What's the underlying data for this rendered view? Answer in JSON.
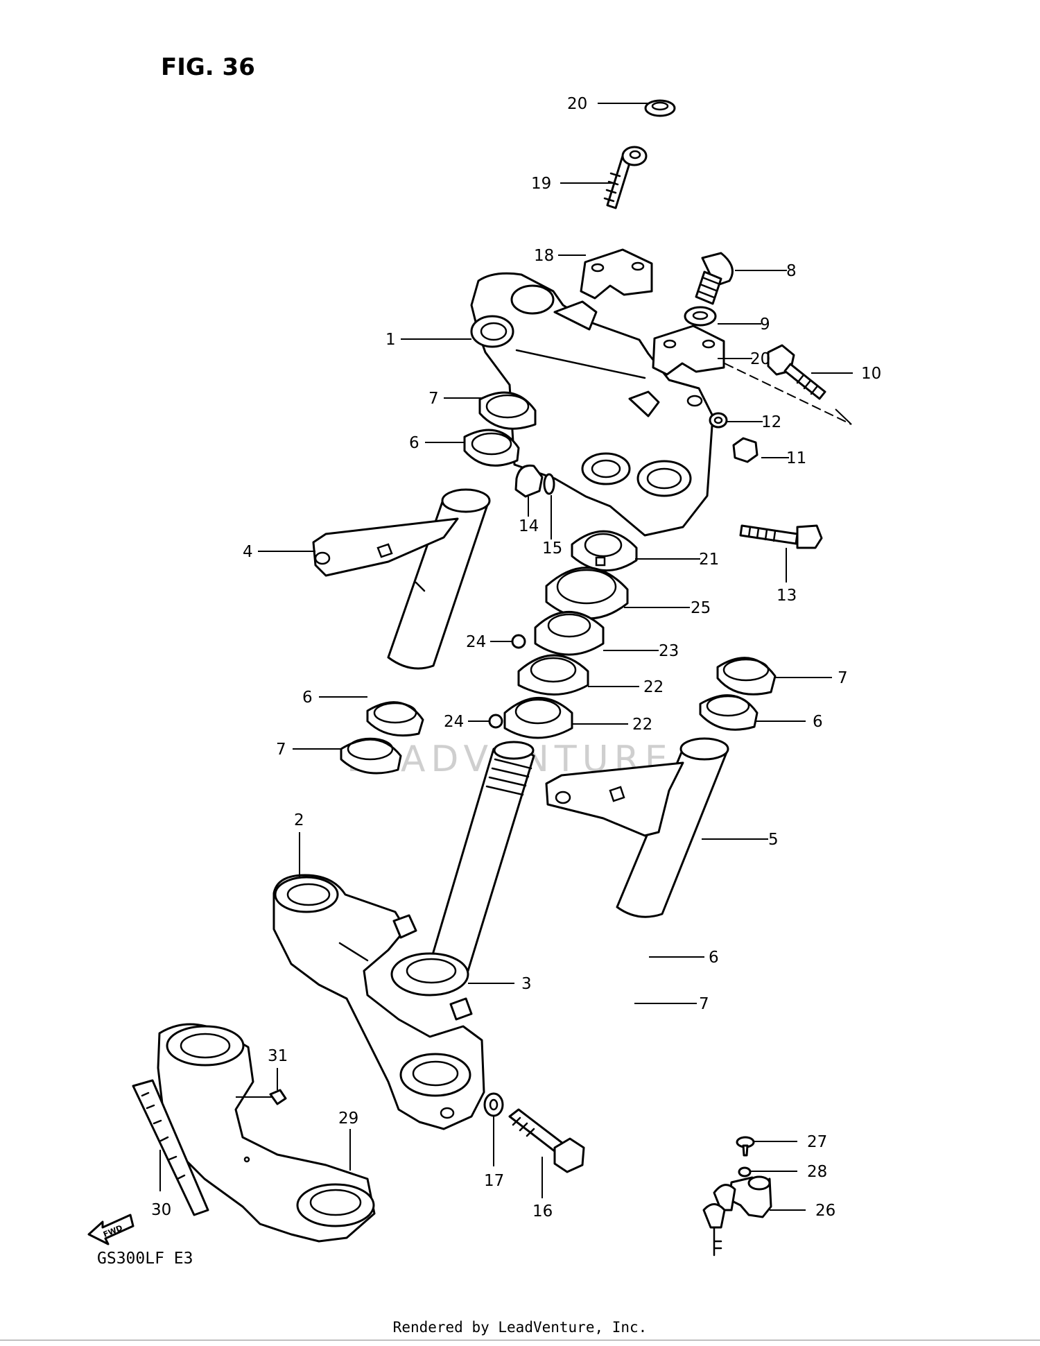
{
  "figure": {
    "title": "FIG. 36",
    "model_code": "GS300LF E3",
    "watermark": "LEADVENTURE",
    "fwd_badge": "FWD"
  },
  "parts": {
    "p1": "1",
    "p2": "2",
    "p3": "3",
    "p4": "4",
    "p5": "5",
    "p6a": "6",
    "p6b": "6",
    "p6c": "6",
    "p6d": "6",
    "p7a": "7",
    "p7b": "7",
    "p7c": "7",
    "p7d": "7",
    "p8": "8",
    "p9": "9",
    "p10": "10",
    "p11": "11",
    "p12": "12",
    "p13": "13",
    "p14": "14",
    "p15": "15",
    "p16": "16",
    "p17": "17",
    "p18": "18",
    "p19": "19",
    "p20a": "20",
    "p20b": "20",
    "p21": "21",
    "p22a": "22",
    "p22b": "22",
    "p23": "23",
    "p24a": "24",
    "p24b": "24",
    "p25": "25",
    "p26": "26",
    "p27": "27",
    "p28": "28",
    "p29": "29",
    "p30": "30",
    "p31": "31"
  },
  "footer": {
    "rendered_by": "Rendered by LeadVenture, Inc."
  }
}
